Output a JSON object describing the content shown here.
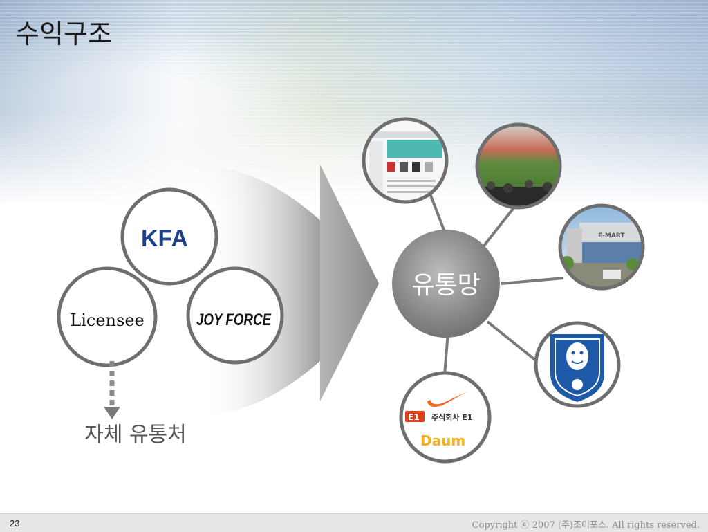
{
  "slide": {
    "title": "수익구조",
    "page_number": "23",
    "copyright": "Copyright ⓒ 2007 (주)조이포스. All rights reserved."
  },
  "diagram": {
    "left_nodes": {
      "kfa_logo": "KFA",
      "joyforce_logo": "JOY FORCE",
      "licensee_label": "Licensee",
      "own_channel_label": "자체 유통처"
    },
    "hub": {
      "label": "유통망"
    },
    "spokes": [
      {
        "name": "online-shop",
        "icon": "webpage-screenshot"
      },
      {
        "name": "stadium",
        "icon": "stadium-photo"
      },
      {
        "name": "emart",
        "icon": "store-photo",
        "sign_text": "E-MART"
      },
      {
        "name": "kfa-emblem",
        "icon": "tiger-crest-emblem"
      },
      {
        "name": "sponsors",
        "icon": "sponsor-logos",
        "sponsor_text": "주식회사 E1",
        "e1_text": "E1",
        "daum_text": "Daum"
      }
    ],
    "colors": {
      "node_border": "#707070",
      "hub_fill": "#8f8f8f",
      "arrow_fill": "#9a9a9a"
    }
  }
}
